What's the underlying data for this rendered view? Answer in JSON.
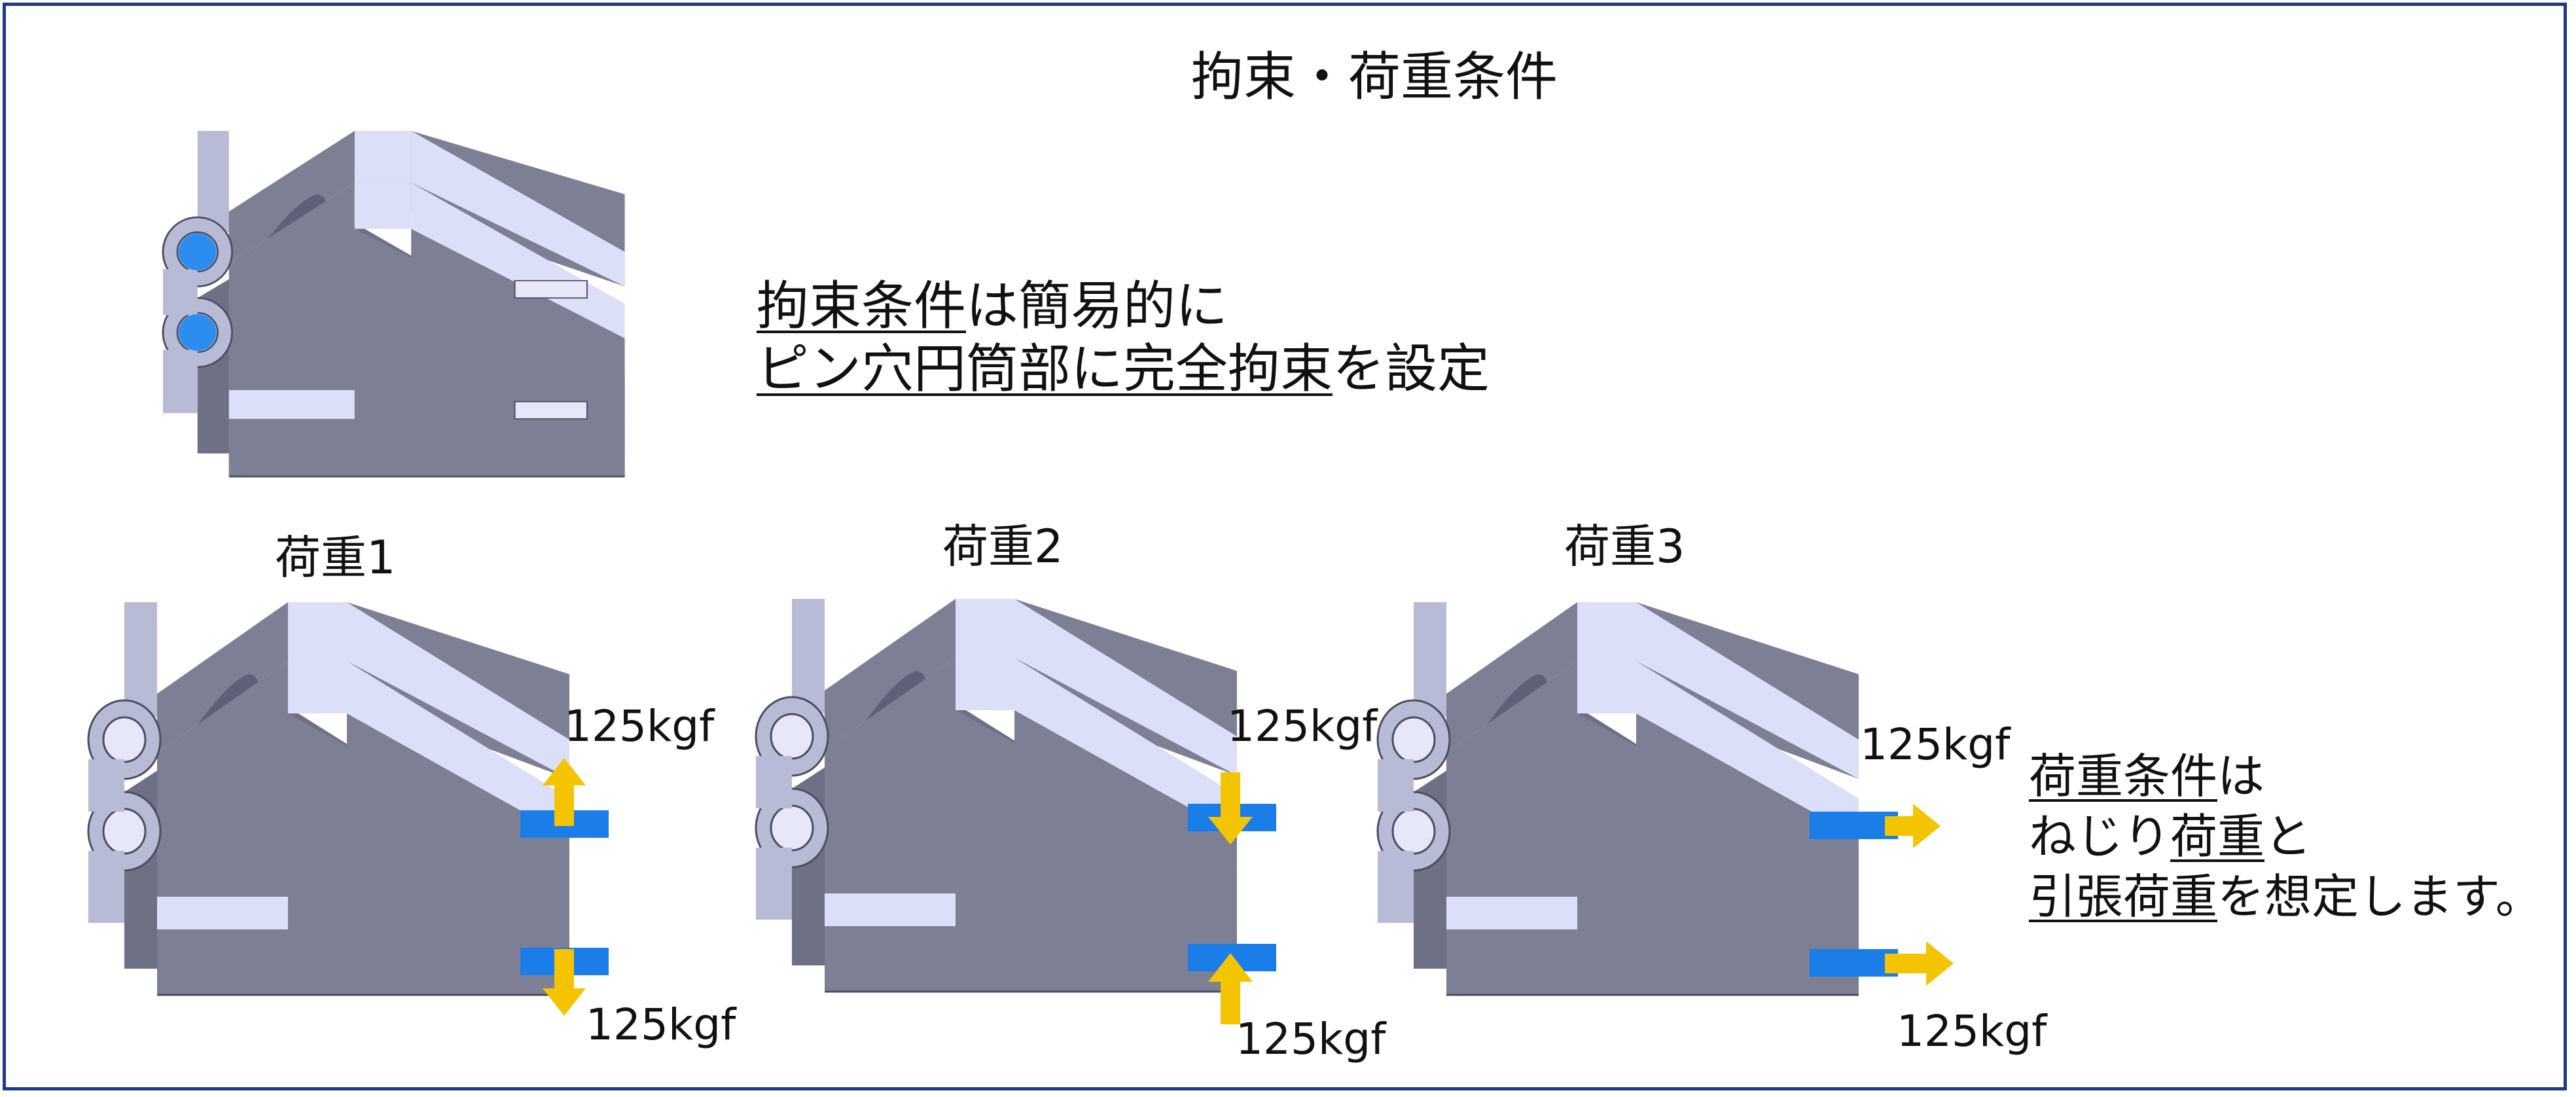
{
  "title": "拘束・荷重条件",
  "constraint_note": {
    "line1_underlined": "拘束条件",
    "line1_rest": "は簡易的に",
    "line2_underlined": "ピン穴円筒部に完全拘束",
    "line2_rest": "を設定"
  },
  "load_cases": [
    {
      "label": "荷重1",
      "force_top": "125kgf",
      "force_bottom": "125kgf",
      "top_arrow": "up",
      "bottom_arrow": "down"
    },
    {
      "label": "荷重2",
      "force_top": "125kgf",
      "force_bottom": "125kgf",
      "top_arrow": "down",
      "bottom_arrow": "up"
    },
    {
      "label": "荷重3",
      "force_top": "125kgf",
      "force_bottom": "125kgf",
      "top_arrow": "right",
      "bottom_arrow": "right"
    }
  ],
  "load_note": {
    "line1_underlined": "荷重条件",
    "line1_rest": "は",
    "line2_plain": "ねじり",
    "line2_underlined": "荷重",
    "line2_rest": "と",
    "line3_underlined": "引張荷重",
    "line3_rest": "を想定します。"
  },
  "colors": {
    "border": "#1b3a8c",
    "body_face": "#7d8094",
    "top_face": "#dcdff8",
    "pin_face": "#2b8df0",
    "load_face": "#1a7de8",
    "arrow": "#f5c400"
  }
}
